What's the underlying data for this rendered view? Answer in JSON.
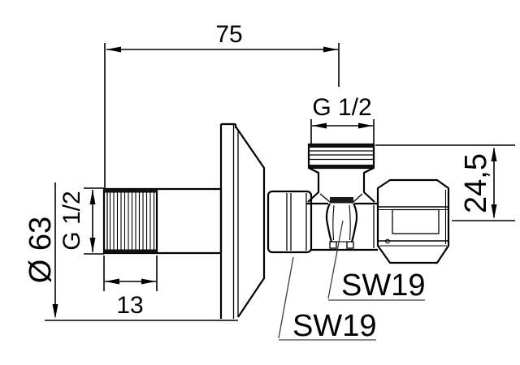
{
  "drawing": {
    "type": "technical-drawing",
    "subject": "angle valve side view with dimensions",
    "colors": {
      "background": "#ffffff",
      "line": "#000000",
      "leader": "#3c3c3c"
    },
    "dimensions": {
      "total_depth": "75",
      "top_outlet_thread": "G 1/2",
      "top_outlet_height": "24,5",
      "inlet_thread": "G 1/2",
      "rosette_diameter": "Ø 63",
      "inlet_thread_length": "13"
    },
    "labels": {
      "gland_nut_wrench_size": "SW19",
      "body_nut_wrench_size": "SW19"
    }
  }
}
